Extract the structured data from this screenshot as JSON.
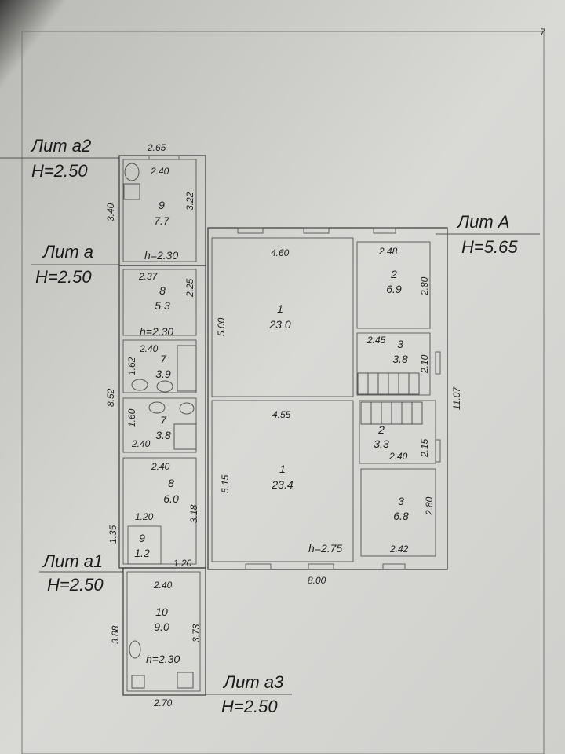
{
  "page_number": "7",
  "sections": {
    "lit_a2": {
      "name": "Лит а2",
      "height": "H=2.50"
    },
    "lit_a": {
      "name": "Лит а",
      "height": "H=2.50"
    },
    "lit_A": {
      "name": "Лит А",
      "height": "H=5.65"
    },
    "lit_a1": {
      "name": "Лит а1",
      "height": "H=2.50"
    },
    "lit_a3": {
      "name": "Лит а3",
      "height": "H=2.50"
    }
  },
  "rooms": [
    {
      "number": "9",
      "area": "7.7"
    },
    {
      "number": "8",
      "area": "5.3"
    },
    {
      "number": "7",
      "area": "3.9"
    },
    {
      "number": "7",
      "area": "3.8"
    },
    {
      "number": "8",
      "area": "6.0"
    },
    {
      "number": "9",
      "area": "1.2"
    },
    {
      "number": "10",
      "area": "9.0"
    },
    {
      "number": "1",
      "area": "23.0"
    },
    {
      "number": "1",
      "area": "23.4"
    },
    {
      "number": "2",
      "area": "6.9"
    },
    {
      "number": "3",
      "area": "3.8"
    },
    {
      "number": "2",
      "area": "3.3"
    },
    {
      "number": "3",
      "area": "6.8"
    }
  ],
  "ceiling_heights": [
    "h=2.30",
    "h=2.30",
    "h=2.75",
    "h=2.30"
  ],
  "dimensions": [
    "2.65",
    "2.40",
    "3.40",
    "3.22",
    "2.37",
    "2.25",
    "5.00",
    "2.40",
    "1.62",
    "8.52",
    "1.60",
    "2.40",
    "2.40",
    "1.20",
    "3.18",
    "1.35",
    "1.20",
    "2.40",
    "3.88",
    "3.73",
    "2.70",
    "4.60",
    "2.48",
    "2.80",
    "2.45",
    "2.10",
    "11.07",
    "4.55",
    "5.15",
    "2.15",
    "2.40",
    "2.80",
    "2.42",
    "8.00"
  ]
}
